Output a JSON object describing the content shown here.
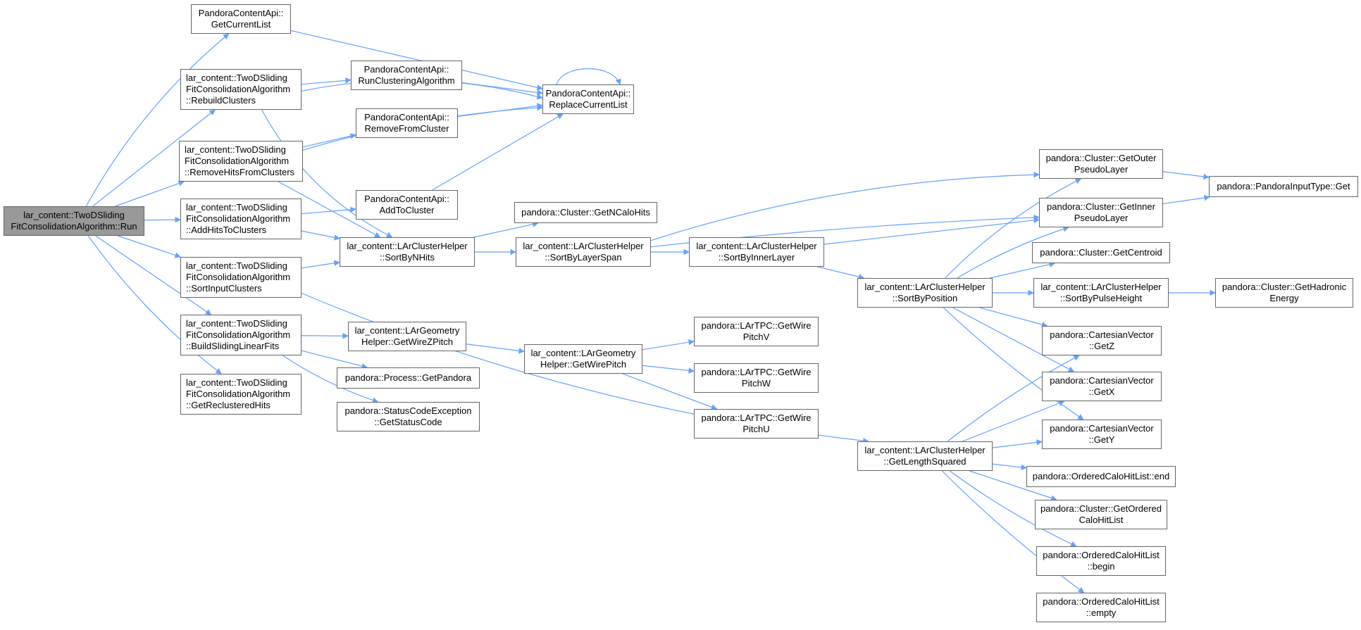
{
  "nodes": [
    {
      "id": "run",
      "lines": [
        "lar_content::TwoDSliding",
        "FitConsolidationAlgorithm::Run"
      ],
      "root": true
    },
    {
      "id": "getCurrentList",
      "lines": [
        "PandoraContentApi::",
        "GetCurrentList"
      ]
    },
    {
      "id": "rebuildClusters",
      "lines": [
        "lar_content::TwoDSliding",
        "FitConsolidationAlgorithm",
        "::RebuildClusters"
      ]
    },
    {
      "id": "removeHitsFromClusters",
      "lines": [
        "lar_content::TwoDSliding",
        "FitConsolidationAlgorithm",
        "::RemoveHitsFromClusters"
      ]
    },
    {
      "id": "addHitsToClusters",
      "lines": [
        "lar_content::TwoDSliding",
        "FitConsolidationAlgorithm",
        "::AddHitsToClusters"
      ]
    },
    {
      "id": "sortInputClusters",
      "lines": [
        "lar_content::TwoDSliding",
        "FitConsolidationAlgorithm",
        "::SortInputClusters"
      ]
    },
    {
      "id": "buildSlidingLinearFits",
      "lines": [
        "lar_content::TwoDSliding",
        "FitConsolidationAlgorithm",
        "::BuildSlidingLinearFits"
      ]
    },
    {
      "id": "getReclusteredHits",
      "lines": [
        "lar_content::TwoDSliding",
        "FitConsolidationAlgorithm",
        "::GetReclusteredHits"
      ]
    },
    {
      "id": "runClusteringAlgorithm",
      "lines": [
        "PandoraContentApi::",
        "RunClusteringAlgorithm"
      ]
    },
    {
      "id": "removeFromCluster",
      "lines": [
        "PandoraContentApi::",
        "RemoveFromCluster"
      ]
    },
    {
      "id": "addToCluster",
      "lines": [
        "PandoraContentApi::",
        "AddToCluster"
      ]
    },
    {
      "id": "replaceCurrentList",
      "lines": [
        "PandoraContentApi::",
        "ReplaceCurrentList"
      ]
    },
    {
      "id": "sortByNHits",
      "lines": [
        "lar_content::LArClusterHelper",
        "::SortByNHits"
      ]
    },
    {
      "id": "getNCaloHits",
      "lines": [
        "pandora::Cluster::GetNCaloHits"
      ]
    },
    {
      "id": "sortByLayerSpan",
      "lines": [
        "lar_content::LArClusterHelper",
        "::SortByLayerSpan"
      ]
    },
    {
      "id": "sortByInnerLayer",
      "lines": [
        "lar_content::LArClusterHelper",
        "::SortByInnerLayer"
      ]
    },
    {
      "id": "getWireZPitch",
      "lines": [
        "lar_content::LArGeometry",
        "Helper::GetWireZPitch"
      ]
    },
    {
      "id": "getPandora",
      "lines": [
        "pandora::Process::GetPandora"
      ]
    },
    {
      "id": "getStatusCode",
      "lines": [
        "pandora::StatusCodeException",
        "::GetStatusCode"
      ]
    },
    {
      "id": "getWirePitch",
      "lines": [
        "lar_content::LArGeometry",
        "Helper::GetWirePitch"
      ]
    },
    {
      "id": "getWirePitchV",
      "lines": [
        "pandora::LArTPC::GetWire",
        "PitchV"
      ]
    },
    {
      "id": "getWirePitchW",
      "lines": [
        "pandora::LArTPC::GetWire",
        "PitchW"
      ]
    },
    {
      "id": "getWirePitchU",
      "lines": [
        "pandora::LArTPC::GetWire",
        "PitchU"
      ]
    },
    {
      "id": "sortByPosition",
      "lines": [
        "lar_content::LArClusterHelper",
        "::SortByPosition"
      ]
    },
    {
      "id": "getLengthSquared",
      "lines": [
        "lar_content::LArClusterHelper",
        "::GetLengthSquared"
      ]
    },
    {
      "id": "getOuterPseudoLayer",
      "lines": [
        "pandora::Cluster::GetOuter",
        "PseudoLayer"
      ]
    },
    {
      "id": "getInnerPseudoLayer",
      "lines": [
        "pandora::Cluster::GetInner",
        "PseudoLayer"
      ]
    },
    {
      "id": "getCentroid",
      "lines": [
        "pandora::Cluster::GetCentroid"
      ]
    },
    {
      "id": "sortByPulseHeight",
      "lines": [
        "lar_content::LArClusterHelper",
        "::SortByPulseHeight"
      ]
    },
    {
      "id": "getZ",
      "lines": [
        "pandora::CartesianVector",
        "::GetZ"
      ]
    },
    {
      "id": "getX",
      "lines": [
        "pandora::CartesianVector",
        "::GetX"
      ]
    },
    {
      "id": "getY",
      "lines": [
        "pandora::CartesianVector",
        "::GetY"
      ]
    },
    {
      "id": "orderedEnd",
      "lines": [
        "pandora::OrderedCaloHitList::end"
      ]
    },
    {
      "id": "getOrderedCaloHitList",
      "lines": [
        "pandora::Cluster::GetOrdered",
        "CaloHitList"
      ]
    },
    {
      "id": "orderedBegin",
      "lines": [
        "pandora::OrderedCaloHitList",
        "::begin"
      ]
    },
    {
      "id": "orderedEmpty",
      "lines": [
        "pandora::OrderedCaloHitList",
        "::empty"
      ]
    },
    {
      "id": "pandoraInputTypeGet",
      "lines": [
        "pandora::PandoraInputType::Get"
      ]
    },
    {
      "id": "getHadronicEnergy",
      "lines": [
        "pandora::Cluster::GetHadronic",
        "Energy"
      ]
    }
  ],
  "colors": {
    "edge": "#63a1ff",
    "node_border": "#666666",
    "node_fill": "#ffffff",
    "root_fill": "#999999",
    "text": "#000000"
  }
}
